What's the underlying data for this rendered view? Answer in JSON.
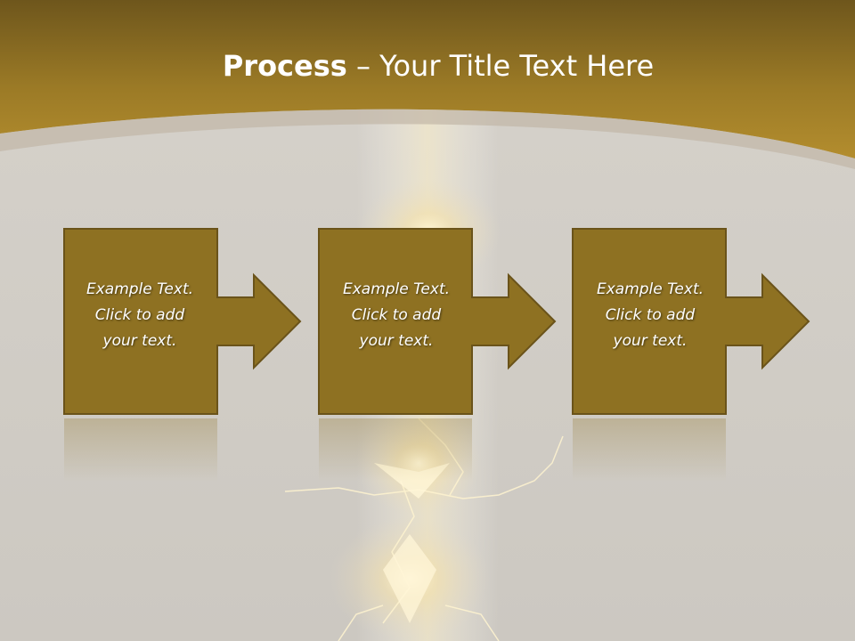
{
  "slide": {
    "title_bold": "Process",
    "title_rest": " – Your Title Text Here"
  },
  "steps": [
    {
      "line1": "Example Text.",
      "line2": "Click  to add",
      "line3": "your text."
    },
    {
      "line1": "Example Text.",
      "line2": "Click  to add",
      "line3": "your text."
    },
    {
      "line1": "Example Text.",
      "line2": "Click  to add",
      "line3": "your text."
    }
  ],
  "colors": {
    "header_gold": "#a9852a",
    "header_dark": "#7a5e1f",
    "step_fill": "#8e7122",
    "step_border": "#6a531a",
    "background": "#cfcbc4"
  }
}
